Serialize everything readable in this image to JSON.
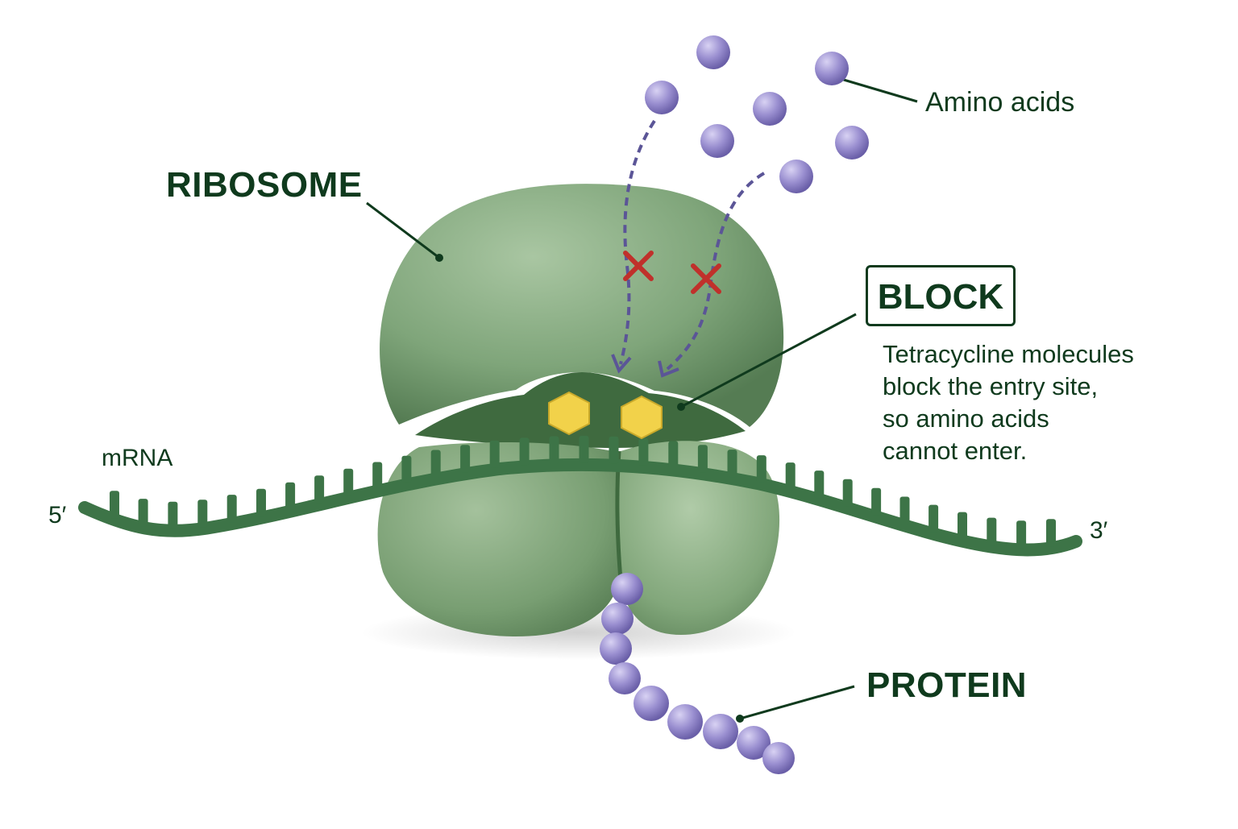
{
  "labels": {
    "ribosome": "RIBOSOME",
    "amino_acids": "Amino acids",
    "block": "BLOCK",
    "block_description": [
      "Tetracycline molecules",
      "block the entry site,",
      "so amino acids",
      "cannot enter."
    ],
    "mrna": "mRNA",
    "five_prime": "5′",
    "three_prime": "3′",
    "protein": "PROTEIN"
  },
  "colors": {
    "ribosome": "#7fa57a",
    "mrna": "#3d7447",
    "amino_acid": "#8c80c2",
    "tetracycline": "#f2d24a",
    "block_mark": "#c0302b",
    "arrow": "#5b5597",
    "text": "#0f3a1d"
  }
}
